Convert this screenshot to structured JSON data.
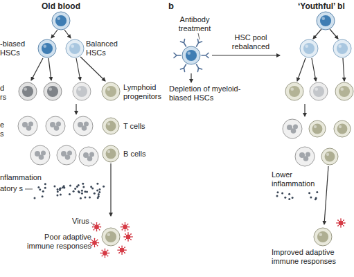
{
  "diagram": {
    "labels": [
      "Old blood",
      "-biased HSCs",
      "Balanced HSCs",
      "d rs",
      "Lymphoid progenitors",
      "e s",
      "T cells",
      "B cells",
      "nflammation",
      "atory s",
      "Virus",
      "Poor adaptive immune responses",
      "b",
      "‘Youthful’ bl",
      "Antibody treatment",
      "HSC pool rebalanced",
      "Depletion of myeloid-biased HSCs",
      "Lower inflammation",
      "Improved adaptive immune responses"
    ]
  }
}
